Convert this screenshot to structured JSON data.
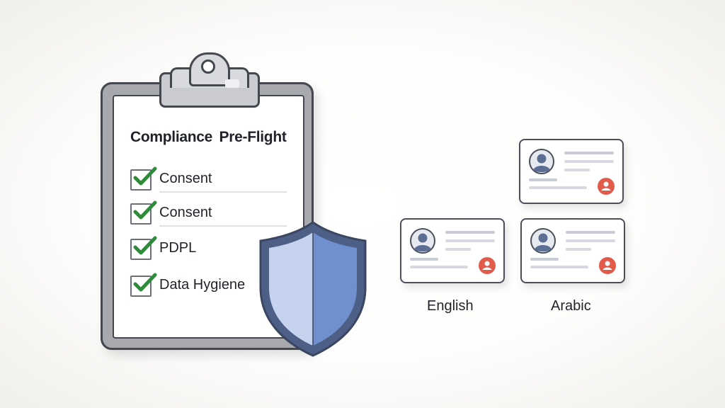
{
  "checklist": {
    "title": "Compliance  Pre-Flight",
    "items": [
      {
        "label": "Consent",
        "checked": true
      },
      {
        "label": "Consent",
        "checked": true
      },
      {
        "label": "PDPL",
        "checked": true
      },
      {
        "label": "Data Hygiene",
        "checked": true
      }
    ]
  },
  "languages": {
    "english": "English",
    "arabic": "Arabic"
  },
  "colors": {
    "check_green": "#2e8b3a",
    "shield_blue": "#6f8fcf",
    "badge_red": "#e25a4a",
    "avatar_blue": "#5c6e94",
    "outline": "#44474e"
  },
  "icons": {
    "checkbox": "check-icon",
    "shield": "shield-icon",
    "avatar": "user-avatar-icon",
    "badge": "user-badge-icon"
  }
}
